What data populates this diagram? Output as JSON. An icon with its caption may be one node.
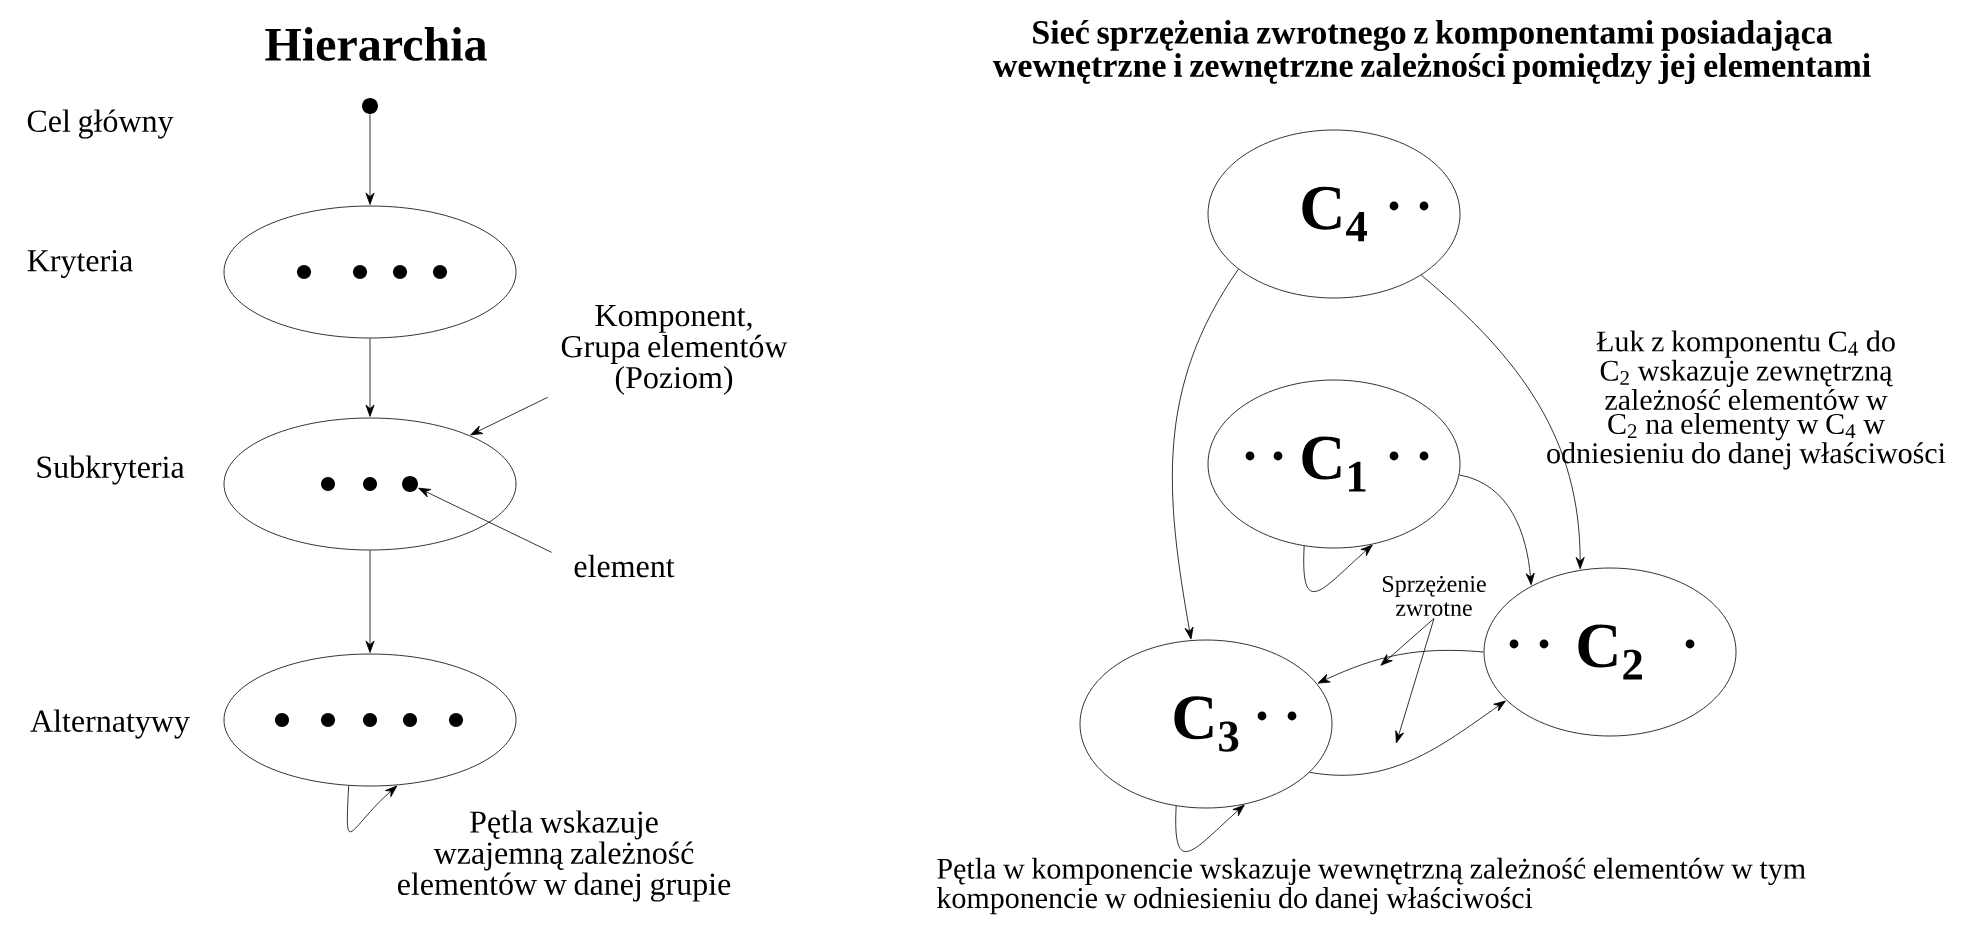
{
  "diagram": {
    "nodes": [
      {
        "text": [],
        "shape": "circle"
      },
      {
        "text": [],
        "shape": "ellipse"
      },
      {
        "text": [],
        "shape": "ellipse"
      },
      {
        "text": [],
        "shape": "ellipse"
      },
      {
        "text": [
          "Komponent, Grupa elementów (Poziom)"
        ]
      },
      {
        "text": [],
        "shape": "circle",
        "in": 2
      },
      {
        "text": [
          "element"
        ]
      },
      {
        "text": [
          "C$_{4}$"
        ]
      },
      {
        "text": [
          "C$_{1}$"
        ]
      },
      {
        "text": [
          "C$_{2}$"
        ]
      },
      {
        "text": [
          "C$_{3}$"
        ]
      },
      {
        "text": [
          "Sprzężenie zwrotne"
        ]
      }
    ],
    "edges": [
      {
        "from": 0,
        "to": 1,
        "arrow": "to"
      },
      {
        "from": 1,
        "to": 2,
        "arrow": "to"
      },
      {
        "from": 2,
        "to": 3,
        "arrow": "to"
      },
      {
        "from": 4,
        "to": 2,
        "arrow": "to"
      },
      {
        "from": 6,
        "to": 5,
        "arrow": "to"
      },
      {
        "from": 3,
        "to": 3,
        "arrow": "to"
      },
      {
        "from": 7,
        "to": 10,
        "arrow": "to"
      },
      {
        "from": 7,
        "to": 9,
        "arrow": "to"
      },
      {
        "from": 8,
        "to": 9,
        "arrow": "to"
      },
      {
        "from": 8,
        "to": 8,
        "arrow": "to"
      },
      {
        "from": 9,
        "to": 10,
        "arrow": "to"
      },
      {
        "from": 10,
        "to": 9,
        "arrow": "to"
      },
      {
        "from": 10,
        "to": 10,
        "arrow": "to"
      },
      {
        "from": 11,
        "to": null,
        "arrow": "to"
      },
      {
        "from": 11,
        "to": null,
        "arrow": "to"
      }
    ],
    "labels": [
      "Hierarchia",
      "Cel główny",
      "Kryteria",
      "Subkryteria",
      "Alternatywy",
      "Sieć sprzężenia zwrotnego z komponentami posiadająca wewnętrzne i zewnętrzne zależności pomiędzy jej elementami",
      "Pętla wskazuje wzajemną zależność elementów w danej grupie",
      "Łuk z komponentu C$_{4}$ do C$_{2}$ wskazuje zewnętrzną zależność elementów w C$_{2}$ na elementy w C$_{4}$ w odniesieniu do danej właściwości",
      "Pętla w komponencie wskazuje wewnętrzną zależność elementów w tym komponencie w odniesieniu do danej właściwości"
    ]
  }
}
